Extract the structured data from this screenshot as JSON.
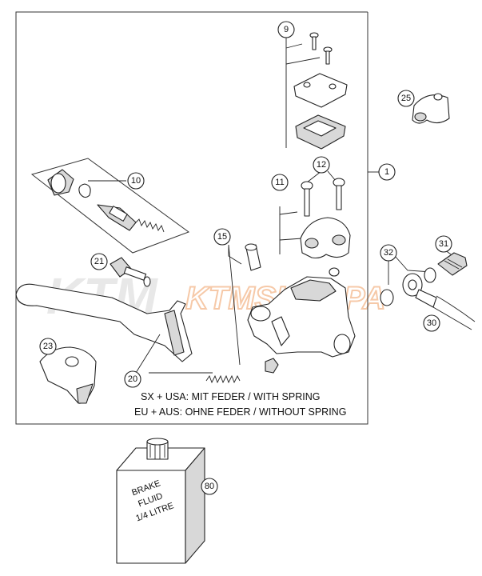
{
  "watermark": {
    "logo": "KTM",
    "site": "KTMSHERPA"
  },
  "callouts": [
    "9",
    "10",
    "25",
    "1",
    "12",
    "11",
    "15",
    "21",
    "32",
    "31",
    "30",
    "23",
    "20",
    "80"
  ],
  "notes": {
    "line1": "SX + USA:  MIT FEDER / WITH SPRING",
    "line2": "EU + AUS:  OHNE FEDER / WITHOUT SPRING"
  },
  "fluid_label": {
    "line1": "BRAKE",
    "line2": "FLUID",
    "line3": "1/4 LITRE"
  }
}
